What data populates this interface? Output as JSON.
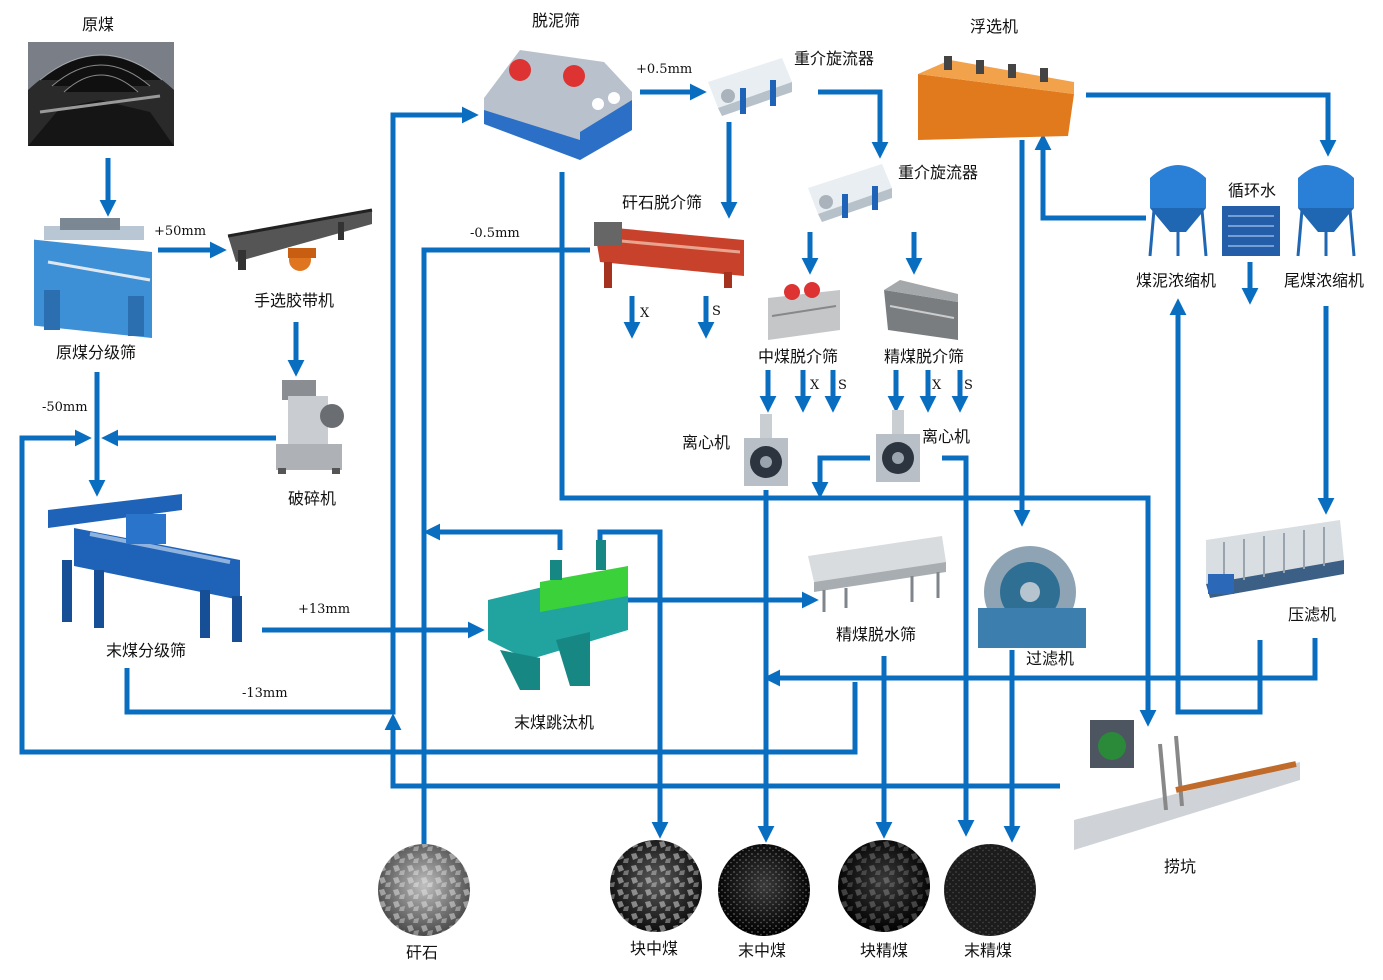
{
  "colors": {
    "flow": "#0a6ec0",
    "machine_blue": "#2f7fc4",
    "flotation_orange": "#e07a1c",
    "jig_teal": "#21a3a0",
    "sieve_red": "#c94a2c"
  },
  "equipment": {
    "raw_coal": "原煤",
    "raw_classifying_screen": "原煤分级筛",
    "hand_picking_belt": "手选胶带机",
    "crusher": "破碎机",
    "fine_classifying_screen": "末煤分级筛",
    "desliming_screen": "脱泥筛",
    "dense_cyclone_1": "重介旋流器",
    "dense_cyclone_2": "重介旋流器",
    "gangue_drain_screen": "矸石脱介筛",
    "middling_drain_screen": "中煤脱介筛",
    "clean_drain_screen": "精煤脱介筛",
    "centrifuge_1": "离心机",
    "centrifuge_2": "离心机",
    "flotation": "浮选机",
    "slime_thickener": "煤泥浓缩机",
    "circulating_water": "循环水",
    "tailing_thickener": "尾煤浓缩机",
    "fine_jig": "末煤跳汰机",
    "clean_dewatering_screen": "精煤脱水筛",
    "filter": "过滤机",
    "filter_press": "压滤机",
    "dredging_pit": "捞坑"
  },
  "flow_labels": {
    "plus50": "+50mm",
    "minus50": "-50mm",
    "plus13": "+13mm",
    "minus13": "-13mm",
    "plus05": "+0.5mm",
    "minus05": "-0.5mm",
    "x": "X",
    "s": "S"
  },
  "products": {
    "gangue": "矸石",
    "lump_middling": "块中煤",
    "fine_middling": "末中煤",
    "lump_clean": "块精煤",
    "fine_clean": "末精煤"
  }
}
